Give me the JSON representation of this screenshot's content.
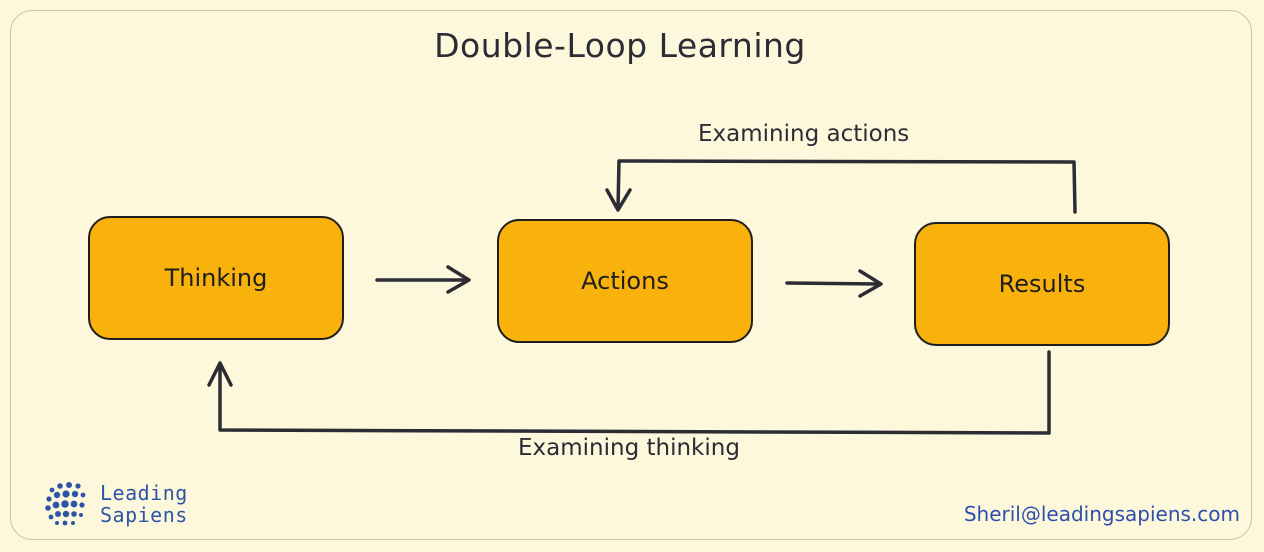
{
  "diagram": {
    "title": "Double-Loop Learning",
    "nodes": {
      "thinking": "Thinking",
      "actions": "Actions",
      "results": "Results"
    },
    "loops": {
      "single_loop_label": "Examining actions",
      "double_loop_label": "Examining thinking"
    }
  },
  "branding": {
    "logo_line1": "Leading",
    "logo_line2": "Sapiens",
    "email": "Sheril@leadingsapiens.com"
  },
  "colors": {
    "background": "#fdf8dc",
    "node_fill": "#f9b10c",
    "ink": "#2c2c34",
    "brand_blue": "#2c55a8"
  }
}
